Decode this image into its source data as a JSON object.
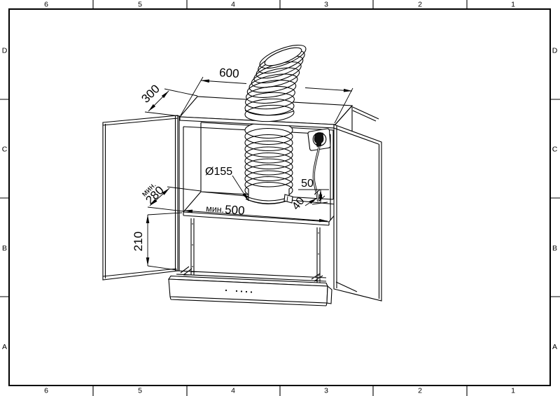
{
  "frame": {
    "columns": [
      "6",
      "5",
      "4",
      "3",
      "2",
      "1"
    ],
    "rows": [
      "D",
      "C",
      "B",
      "A"
    ]
  },
  "dimensions": {
    "top_width": "600",
    "top_depth": "300",
    "duct_diameter": "Ø155",
    "duct_clearance": "50",
    "cord_clearance": "40",
    "min_prefix_width": "мин.",
    "min_width": "500",
    "min_prefix_depth": "мин.",
    "min_depth": "280",
    "niche_height": "210"
  },
  "colors": {
    "line": "#000000",
    "paper": "#ffffff"
  }
}
